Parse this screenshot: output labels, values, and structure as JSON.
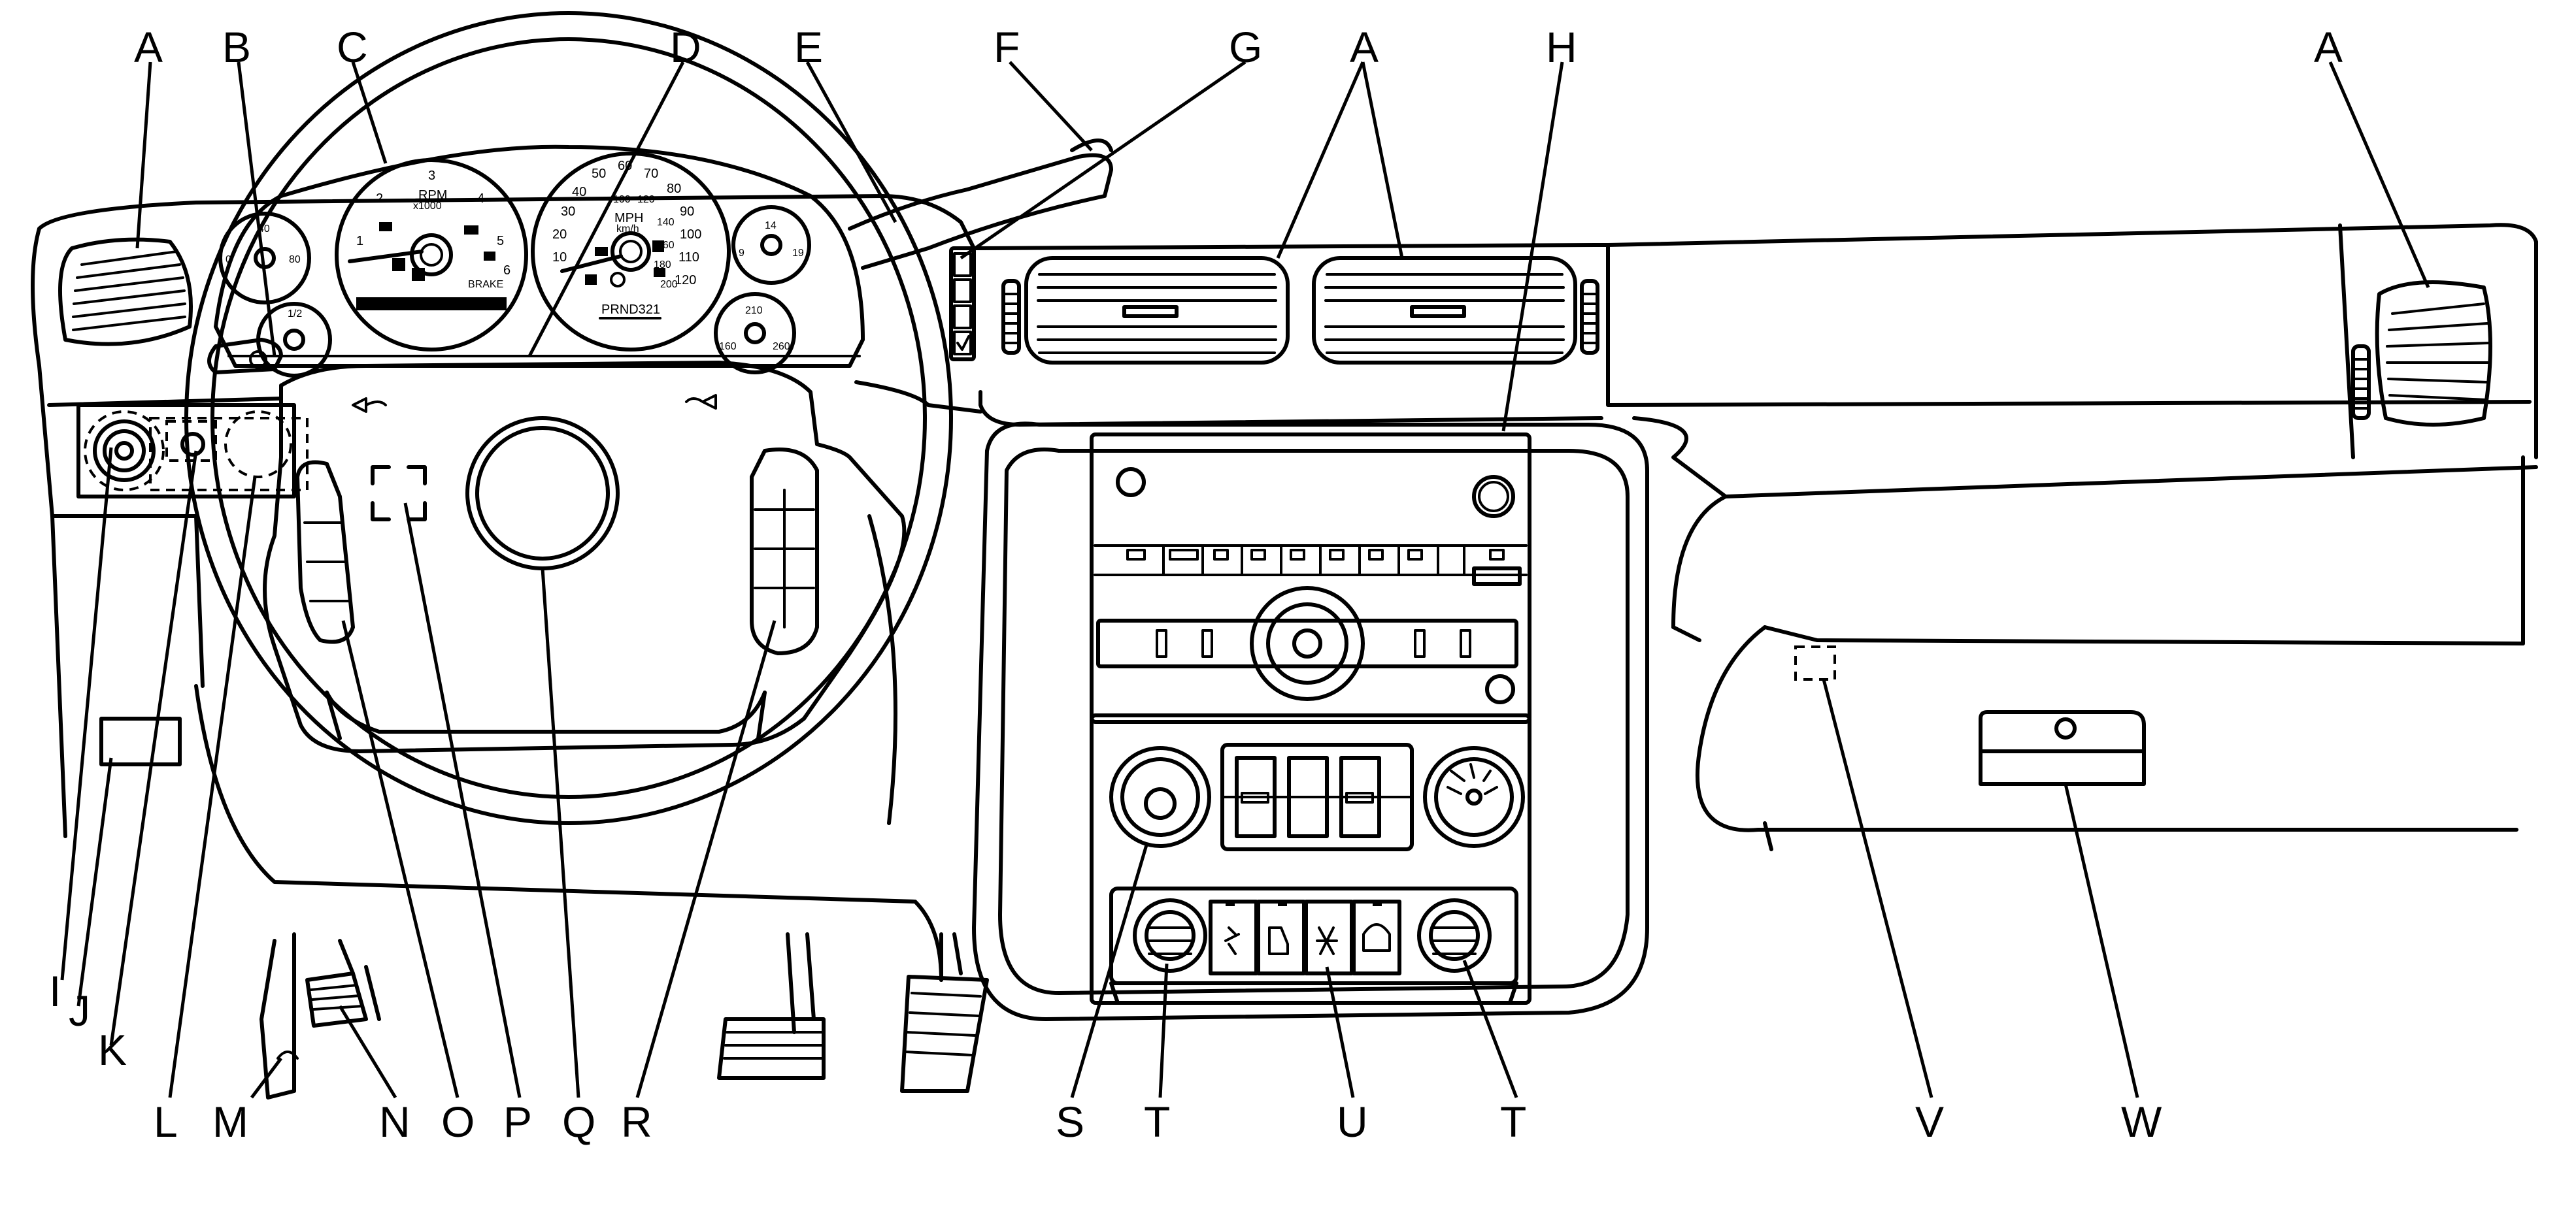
{
  "callouts": {
    "A": "A",
    "B": "B",
    "C": "C",
    "D": "D",
    "E": "E",
    "F": "F",
    "G": "G",
    "H": "H",
    "I": "I",
    "J": "J",
    "K": "K",
    "L": "L",
    "M": "M",
    "N": "N",
    "O": "O",
    "P": "P",
    "Q": "Q",
    "R": "R",
    "S": "S",
    "T": "T",
    "U": "U",
    "V": "V",
    "W": "W"
  },
  "tachometer": {
    "unit_top": "RPM",
    "unit_bottom": "x1000",
    "ticks": [
      "1",
      "2",
      "3",
      "4",
      "5",
      "6"
    ],
    "brake_label": "BRAKE"
  },
  "speedometer": {
    "unit_top": "MPH",
    "unit_bottom": "km/h",
    "mph_ticks": [
      "10",
      "20",
      "30",
      "40",
      "50",
      "60",
      "70",
      "80",
      "90",
      "100",
      "110",
      "120"
    ],
    "kmh_ticks": [
      "100",
      "120",
      "140",
      "160",
      "180",
      "200"
    ],
    "gear_display": "PRND321"
  },
  "small_gauges": {
    "oil": [
      "40",
      "0",
      "80"
    ],
    "fuel": [
      "1/2"
    ],
    "voltage": [
      "14",
      "9",
      "19"
    ],
    "temp": [
      "210",
      "160",
      "260"
    ]
  }
}
